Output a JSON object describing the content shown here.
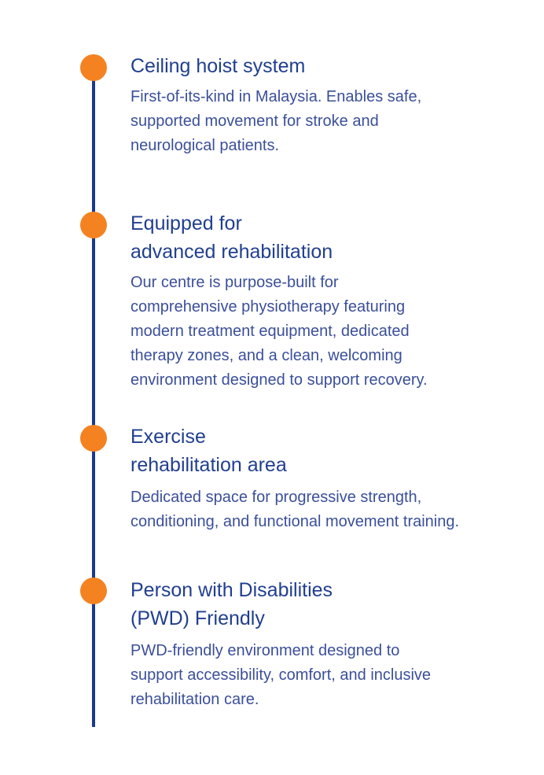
{
  "colors": {
    "line": "#1a3a8c",
    "dot": "#f58220",
    "title": "#213f8f",
    "text": "#3b4f9a"
  },
  "items": [
    {
      "title": "Ceiling hoist system",
      "description": "First-of-its-kind in Malaysia. Enables safe,\nsupported movement for stroke and\nneurological patients."
    },
    {
      "title": "Equipped for\nadvanced rehabilitation",
      "description": "Our centre is purpose-built for\ncomprehensive physiotherapy featuring\nmodern treatment equipment, dedicated\ntherapy zones, and a clean, welcoming\nenvironment designed to support recovery."
    },
    {
      "title": "Exercise\nrehabilitation area",
      "description": "Dedicated space for progressive strength,\nconditioning, and functional movement training."
    },
    {
      "title": "Person with Disabilities\n(PWD) Friendly",
      "description": "PWD-friendly environment designed to\nsupport accessibility, comfort, and inclusive\nrehabilitation care."
    }
  ]
}
